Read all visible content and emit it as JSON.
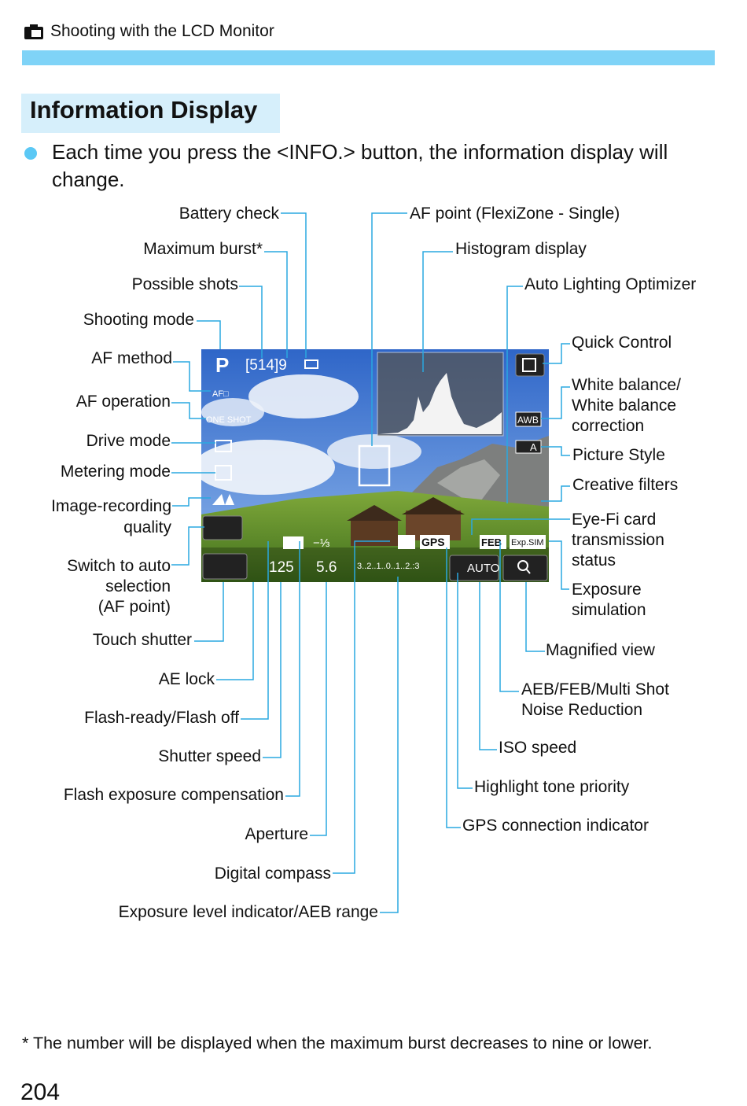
{
  "header": {
    "chapter_title": "Shooting with the LCD Monitor"
  },
  "section": {
    "title": "Information Display"
  },
  "bullet": {
    "text": "Each time you press the <INFO.> button, the information display will change."
  },
  "labels": {
    "battery_check": "Battery check",
    "maximum_burst": "Maximum burst*",
    "possible_shots": "Possible shots",
    "shooting_mode": "Shooting mode",
    "af_method": "AF method",
    "af_operation": "AF operation",
    "drive_mode": "Drive mode",
    "metering_mode": "Metering mode",
    "image_quality_1": "Image-recording",
    "image_quality_2": "quality",
    "switch_auto_1": "Switch to auto",
    "switch_auto_2": "selection",
    "switch_auto_3": "(AF point)",
    "touch_shutter": "Touch shutter",
    "ae_lock": "AE lock",
    "flash_ready": "Flash-ready/Flash off",
    "shutter_speed": "Shutter speed",
    "flash_comp": "Flash exposure compensation",
    "aperture": "Aperture",
    "digital_compass": "Digital compass",
    "exposure_level": "Exposure level indicator/AEB range",
    "af_point": "AF point (FlexiZone - Single)",
    "histogram": "Histogram display",
    "alo": "Auto Lighting Optimizer",
    "quick_control": "Quick Control",
    "wb_1": "White balance/",
    "wb_2": "White balance",
    "wb_3": "correction",
    "picture_style": "Picture Style",
    "creative_filters": "Creative filters",
    "eyefi_1": "Eye-Fi card",
    "eyefi_2": "transmission",
    "eyefi_3": "status",
    "expsim_1": "Exposure",
    "expsim_2": "simulation",
    "magnified_view": "Magnified view",
    "aeb_1": "AEB/FEB/Multi Shot",
    "aeb_2": "Noise Reduction",
    "iso_speed": "ISO speed",
    "highlight_tone": "Highlight tone priority",
    "gps_indicator": "GPS connection indicator"
  },
  "screen": {
    "mode": "P",
    "shots": "[514]9",
    "af_method_icon": "AF□",
    "af_operation_icon": "ONE SHOT",
    "shutter": "125",
    "aperture": "5.6",
    "scale": "3..2..1..0..1..2.:3",
    "gps": "GPS",
    "feb": "FEB",
    "expsim": "Exp.SIM",
    "awb": "AWB",
    "iso": "AUTO",
    "flash_comp": "−⅓",
    "ps": "A"
  },
  "footnote": "* The number will be displayed when the maximum burst decreases to nine or lower.",
  "page_number": "204"
}
